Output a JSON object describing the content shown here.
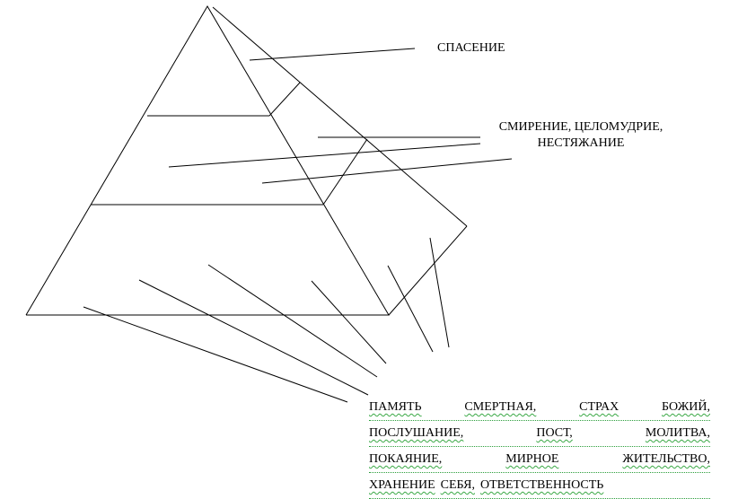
{
  "labels": {
    "top": "СПАСЕНИЕ",
    "middle_line1": "СМИРЕНИЕ, ЦЕЛОМУДРИЕ,",
    "middle_line2": "НЕСТЯЖАНИЕ",
    "bottom_rows": [
      [
        "ПАМЯТЬ",
        "СМЕРТНАЯ,",
        "СТРАХ",
        "БОЖИЙ,"
      ],
      [
        "ПОСЛУШАНИЕ,",
        "ПОСТ,",
        "МОЛИТВА,"
      ],
      [
        "ПОКАЯНИЕ,",
        "МИРНОЕ",
        "ЖИТЕЛЬСТВО,"
      ],
      [
        "ХРАНЕНИЕ",
        "СЕБЯ,",
        "ОТВЕТСТВЕННОСТЬ"
      ]
    ]
  },
  "colors": {
    "stroke": "#000000",
    "spellcheck_underline": "#3aa845"
  }
}
